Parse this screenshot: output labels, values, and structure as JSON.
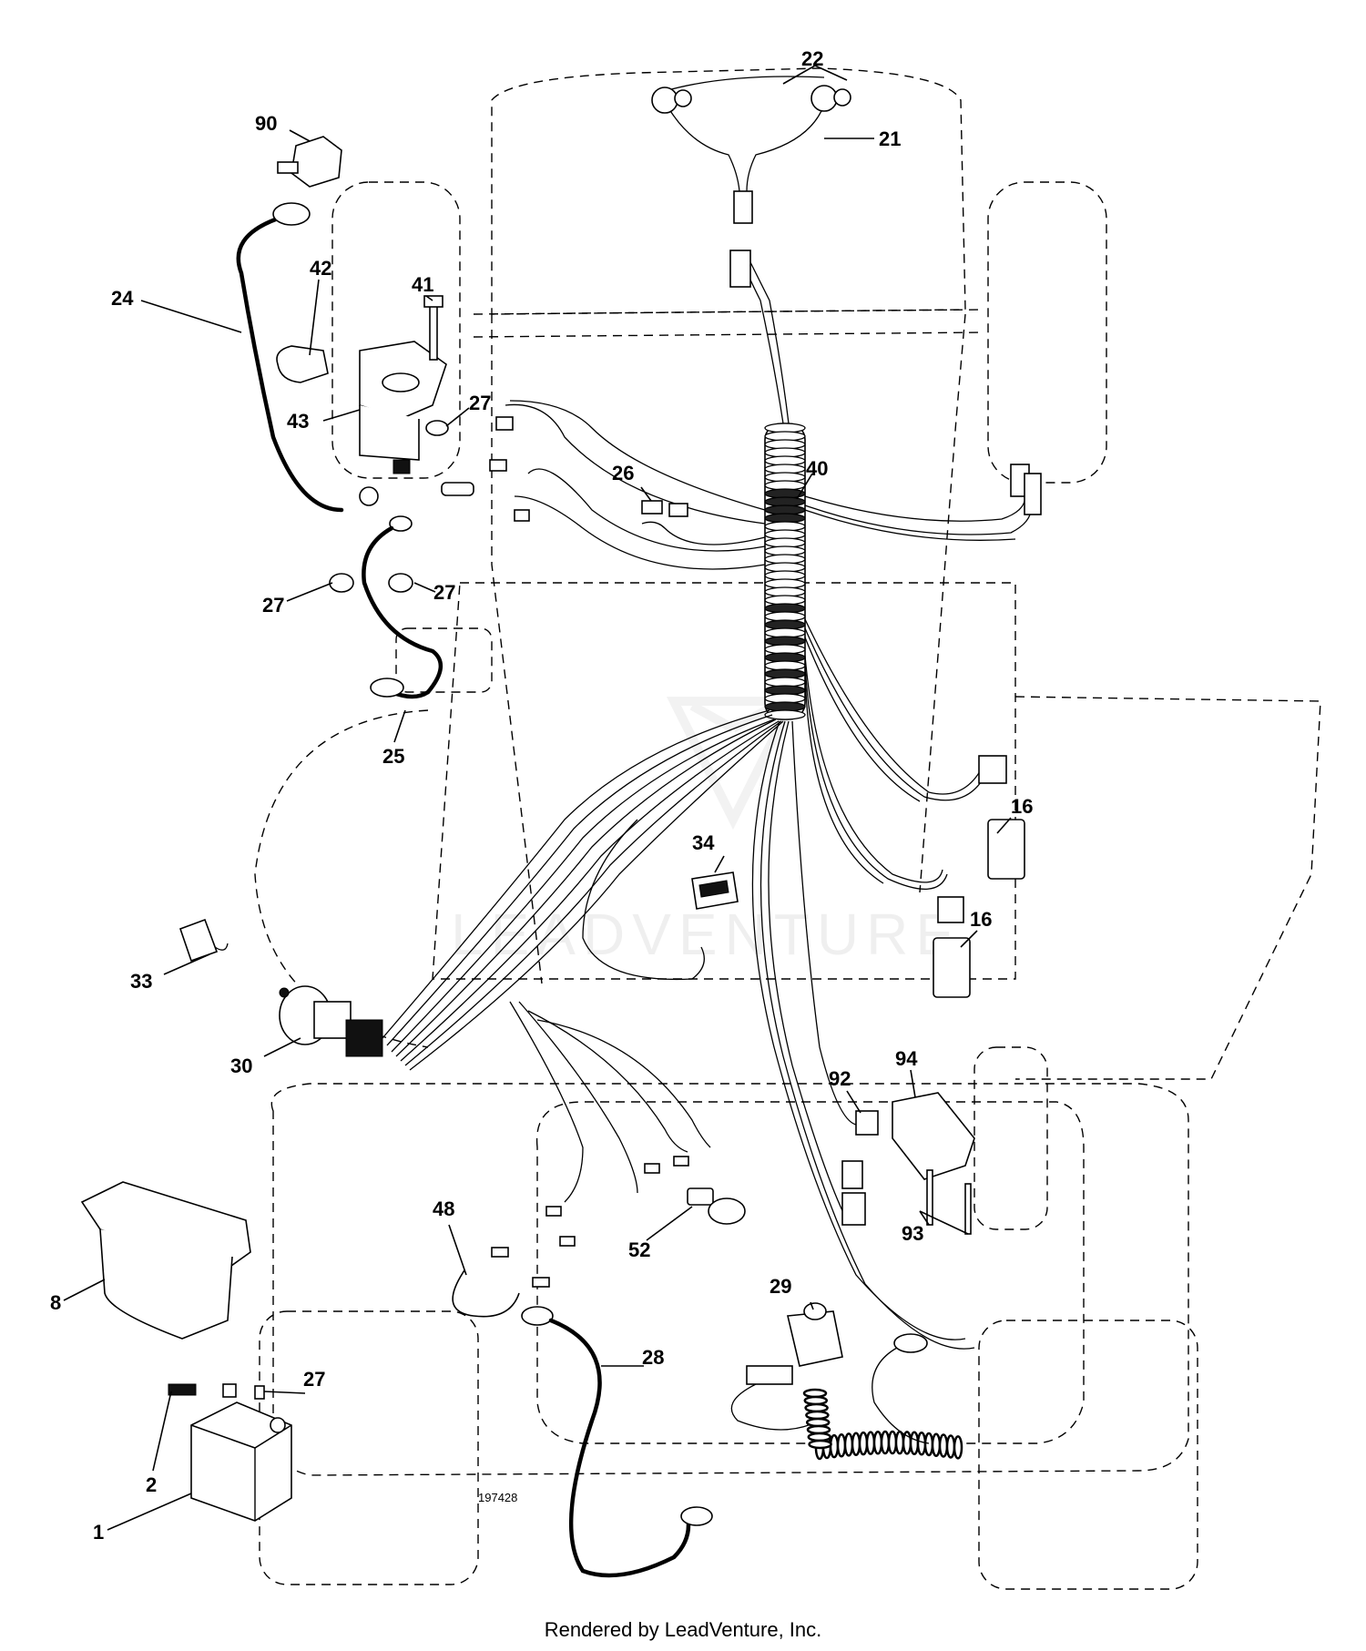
{
  "diagram": {
    "drawing_number": "197428",
    "watermark": "LEADVENTURE",
    "footer": "Rendered by LeadVenture, Inc.",
    "callouts": [
      {
        "id": "c22",
        "label": "22"
      },
      {
        "id": "c21",
        "label": "21"
      },
      {
        "id": "c90",
        "label": "90"
      },
      {
        "id": "c42",
        "label": "42"
      },
      {
        "id": "c41",
        "label": "41"
      },
      {
        "id": "c24",
        "label": "24"
      },
      {
        "id": "c43",
        "label": "43"
      },
      {
        "id": "c27a",
        "label": "27"
      },
      {
        "id": "c26",
        "label": "26"
      },
      {
        "id": "c40",
        "label": "40"
      },
      {
        "id": "c27b",
        "label": "27"
      },
      {
        "id": "c27c",
        "label": "27"
      },
      {
        "id": "c25",
        "label": "25"
      },
      {
        "id": "c16a",
        "label": "16"
      },
      {
        "id": "c34",
        "label": "34"
      },
      {
        "id": "c16b",
        "label": "16"
      },
      {
        "id": "c33",
        "label": "33"
      },
      {
        "id": "c30",
        "label": "30"
      },
      {
        "id": "c92",
        "label": "92"
      },
      {
        "id": "c94",
        "label": "94"
      },
      {
        "id": "c48",
        "label": "48"
      },
      {
        "id": "c52",
        "label": "52"
      },
      {
        "id": "c93",
        "label": "93"
      },
      {
        "id": "c29",
        "label": "29"
      },
      {
        "id": "c8",
        "label": "8"
      },
      {
        "id": "c27d",
        "label": "27"
      },
      {
        "id": "c28",
        "label": "28"
      },
      {
        "id": "c2",
        "label": "2"
      },
      {
        "id": "c1",
        "label": "1"
      }
    ]
  }
}
